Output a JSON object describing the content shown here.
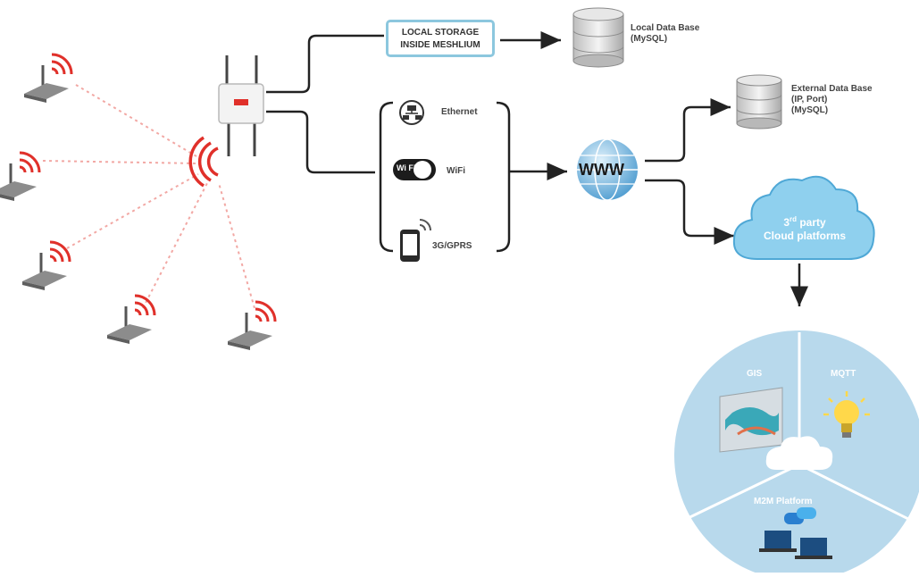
{
  "storage": {
    "local_box_line1": "LOCAL STORAGE",
    "local_box_line2": "INSIDE MESHLIUM",
    "local_db_line1": "Local Data Base",
    "local_db_line2": "(MySQL)",
    "external_db_line1": "External Data Base",
    "external_db_line2": "(IP, Port)",
    "external_db_line3": "(MySQL)"
  },
  "connectivity": {
    "ethernet": "Ethernet",
    "wifi": "WiFi",
    "wifi_badge": "Wi Fi",
    "gprs": "3G/GPRS",
    "www": "WWW"
  },
  "cloud": {
    "ordinal_base": "3",
    "ordinal_sup": "rd",
    "line1_rest": " party",
    "line2": "Cloud platforms"
  },
  "platforms": {
    "gis": "GIS",
    "mqtt": "MQTT",
    "m2m": "M2M Platform"
  },
  "colors": {
    "signal_red": "#e0302a",
    "cloud_blue": "#8fd0ee",
    "circle_blue": "#b8d9ec",
    "box_border": "#8cc7de",
    "line_dark": "#222222"
  }
}
